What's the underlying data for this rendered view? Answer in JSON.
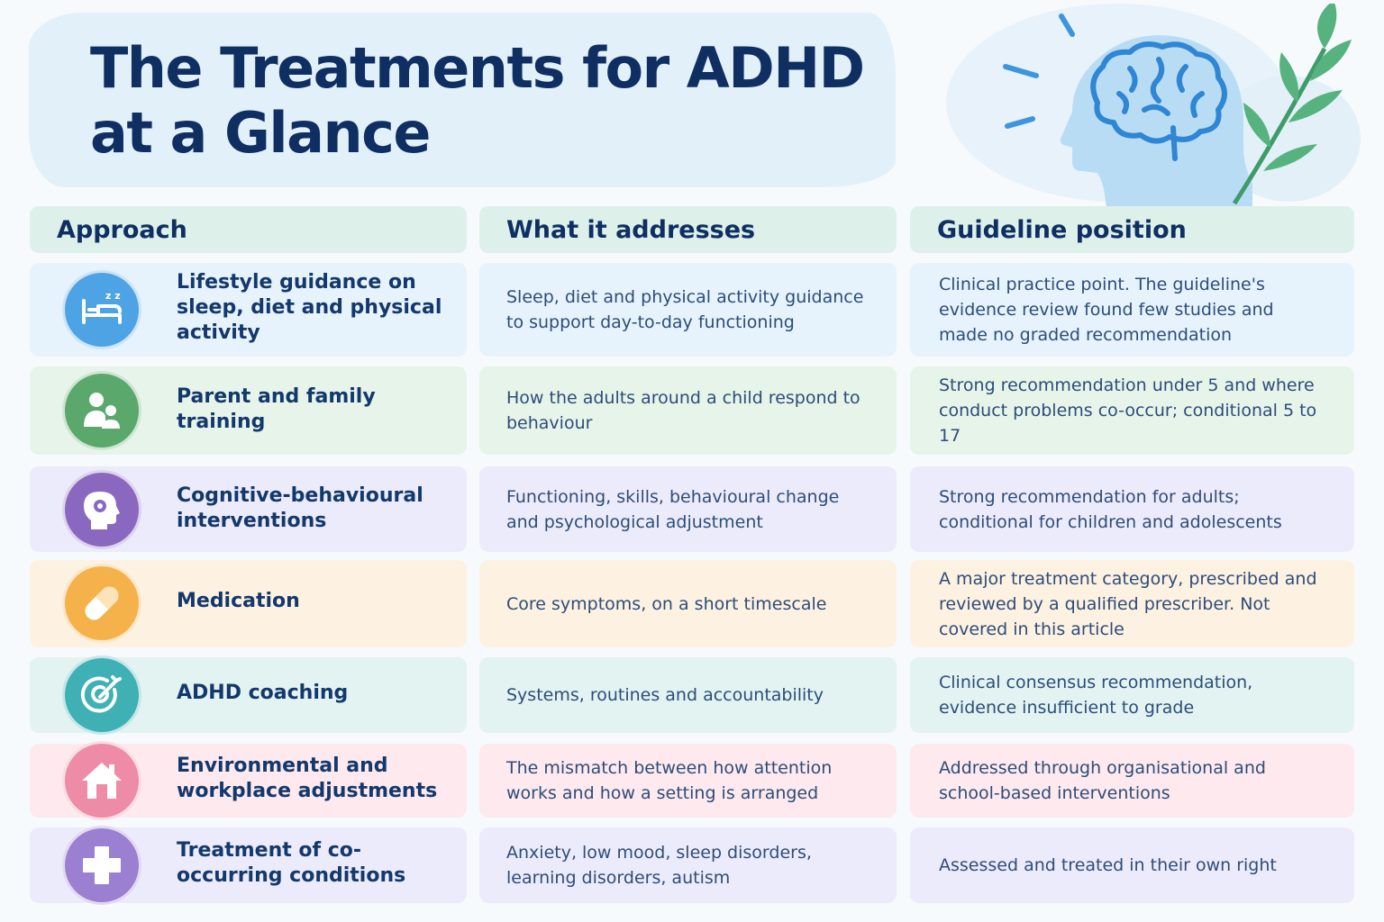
{
  "title_line1": "The Treatments for ADHD",
  "title_line2": "at a Glance",
  "headers": {
    "approach": "Approach",
    "addresses": "What it addresses",
    "guideline": "Guideline position"
  },
  "rows": [
    {
      "approach": "Lifestyle guidance on sleep, diet and physical activity",
      "addresses": "Sleep, diet and physical activity guidance to support day-to-day functioning",
      "guideline": "Clinical practice point. The guideline's evidence review found few studies and made no graded recommendation",
      "icon": "bed-sleep-icon",
      "color": "#4da3e3",
      "bg": "#e6f2fc"
    },
    {
      "approach": "Parent and family training",
      "addresses": "How the adults around a child respond to behaviour",
      "guideline": "Strong recommendation under 5 and where conduct problems co-occur; conditional 5 to 17",
      "icon": "family-icon",
      "color": "#5aa86c",
      "bg": "#e7f4ea"
    },
    {
      "approach": "Cognitive-behavioural interventions",
      "addresses": "Functioning, skills, behavioural change and psychological adjustment",
      "guideline": "Strong recommendation for adults; conditional for children and adolescents",
      "icon": "head-gear-icon",
      "color": "#8a68c0",
      "bg": "#ecebfb"
    },
    {
      "approach": "Medication",
      "addresses": "Core symptoms, on a short timescale",
      "guideline": "A major treatment category, prescribed and reviewed by a qualified prescriber. Not covered in this article",
      "icon": "pill-icon",
      "color": "#f6b24a",
      "bg": "#fdf1e1"
    },
    {
      "approach": "ADHD coaching",
      "addresses": "Systems, routines and accountability",
      "guideline": "Clinical consensus recommendation, evidence insufficient to grade",
      "icon": "target-icon",
      "color": "#3fb0b4",
      "bg": "#e2f3f2"
    },
    {
      "approach": "Environmental and workplace adjustments",
      "addresses": "The mismatch between how attention works and how a setting is arranged",
      "guideline": "Addressed through organisational and school-based interventions",
      "icon": "house-icon",
      "color": "#ee8ba6",
      "bg": "#fde9ee"
    },
    {
      "approach": "Treatment of co-occurring conditions",
      "addresses": "Anxiety, low mood, sleep disorders, learning disorders, autism",
      "guideline": "Assessed and treated in their own right",
      "icon": "plus-cross-icon",
      "color": "#9b7fd1",
      "bg": "#ecebfb"
    }
  ]
}
